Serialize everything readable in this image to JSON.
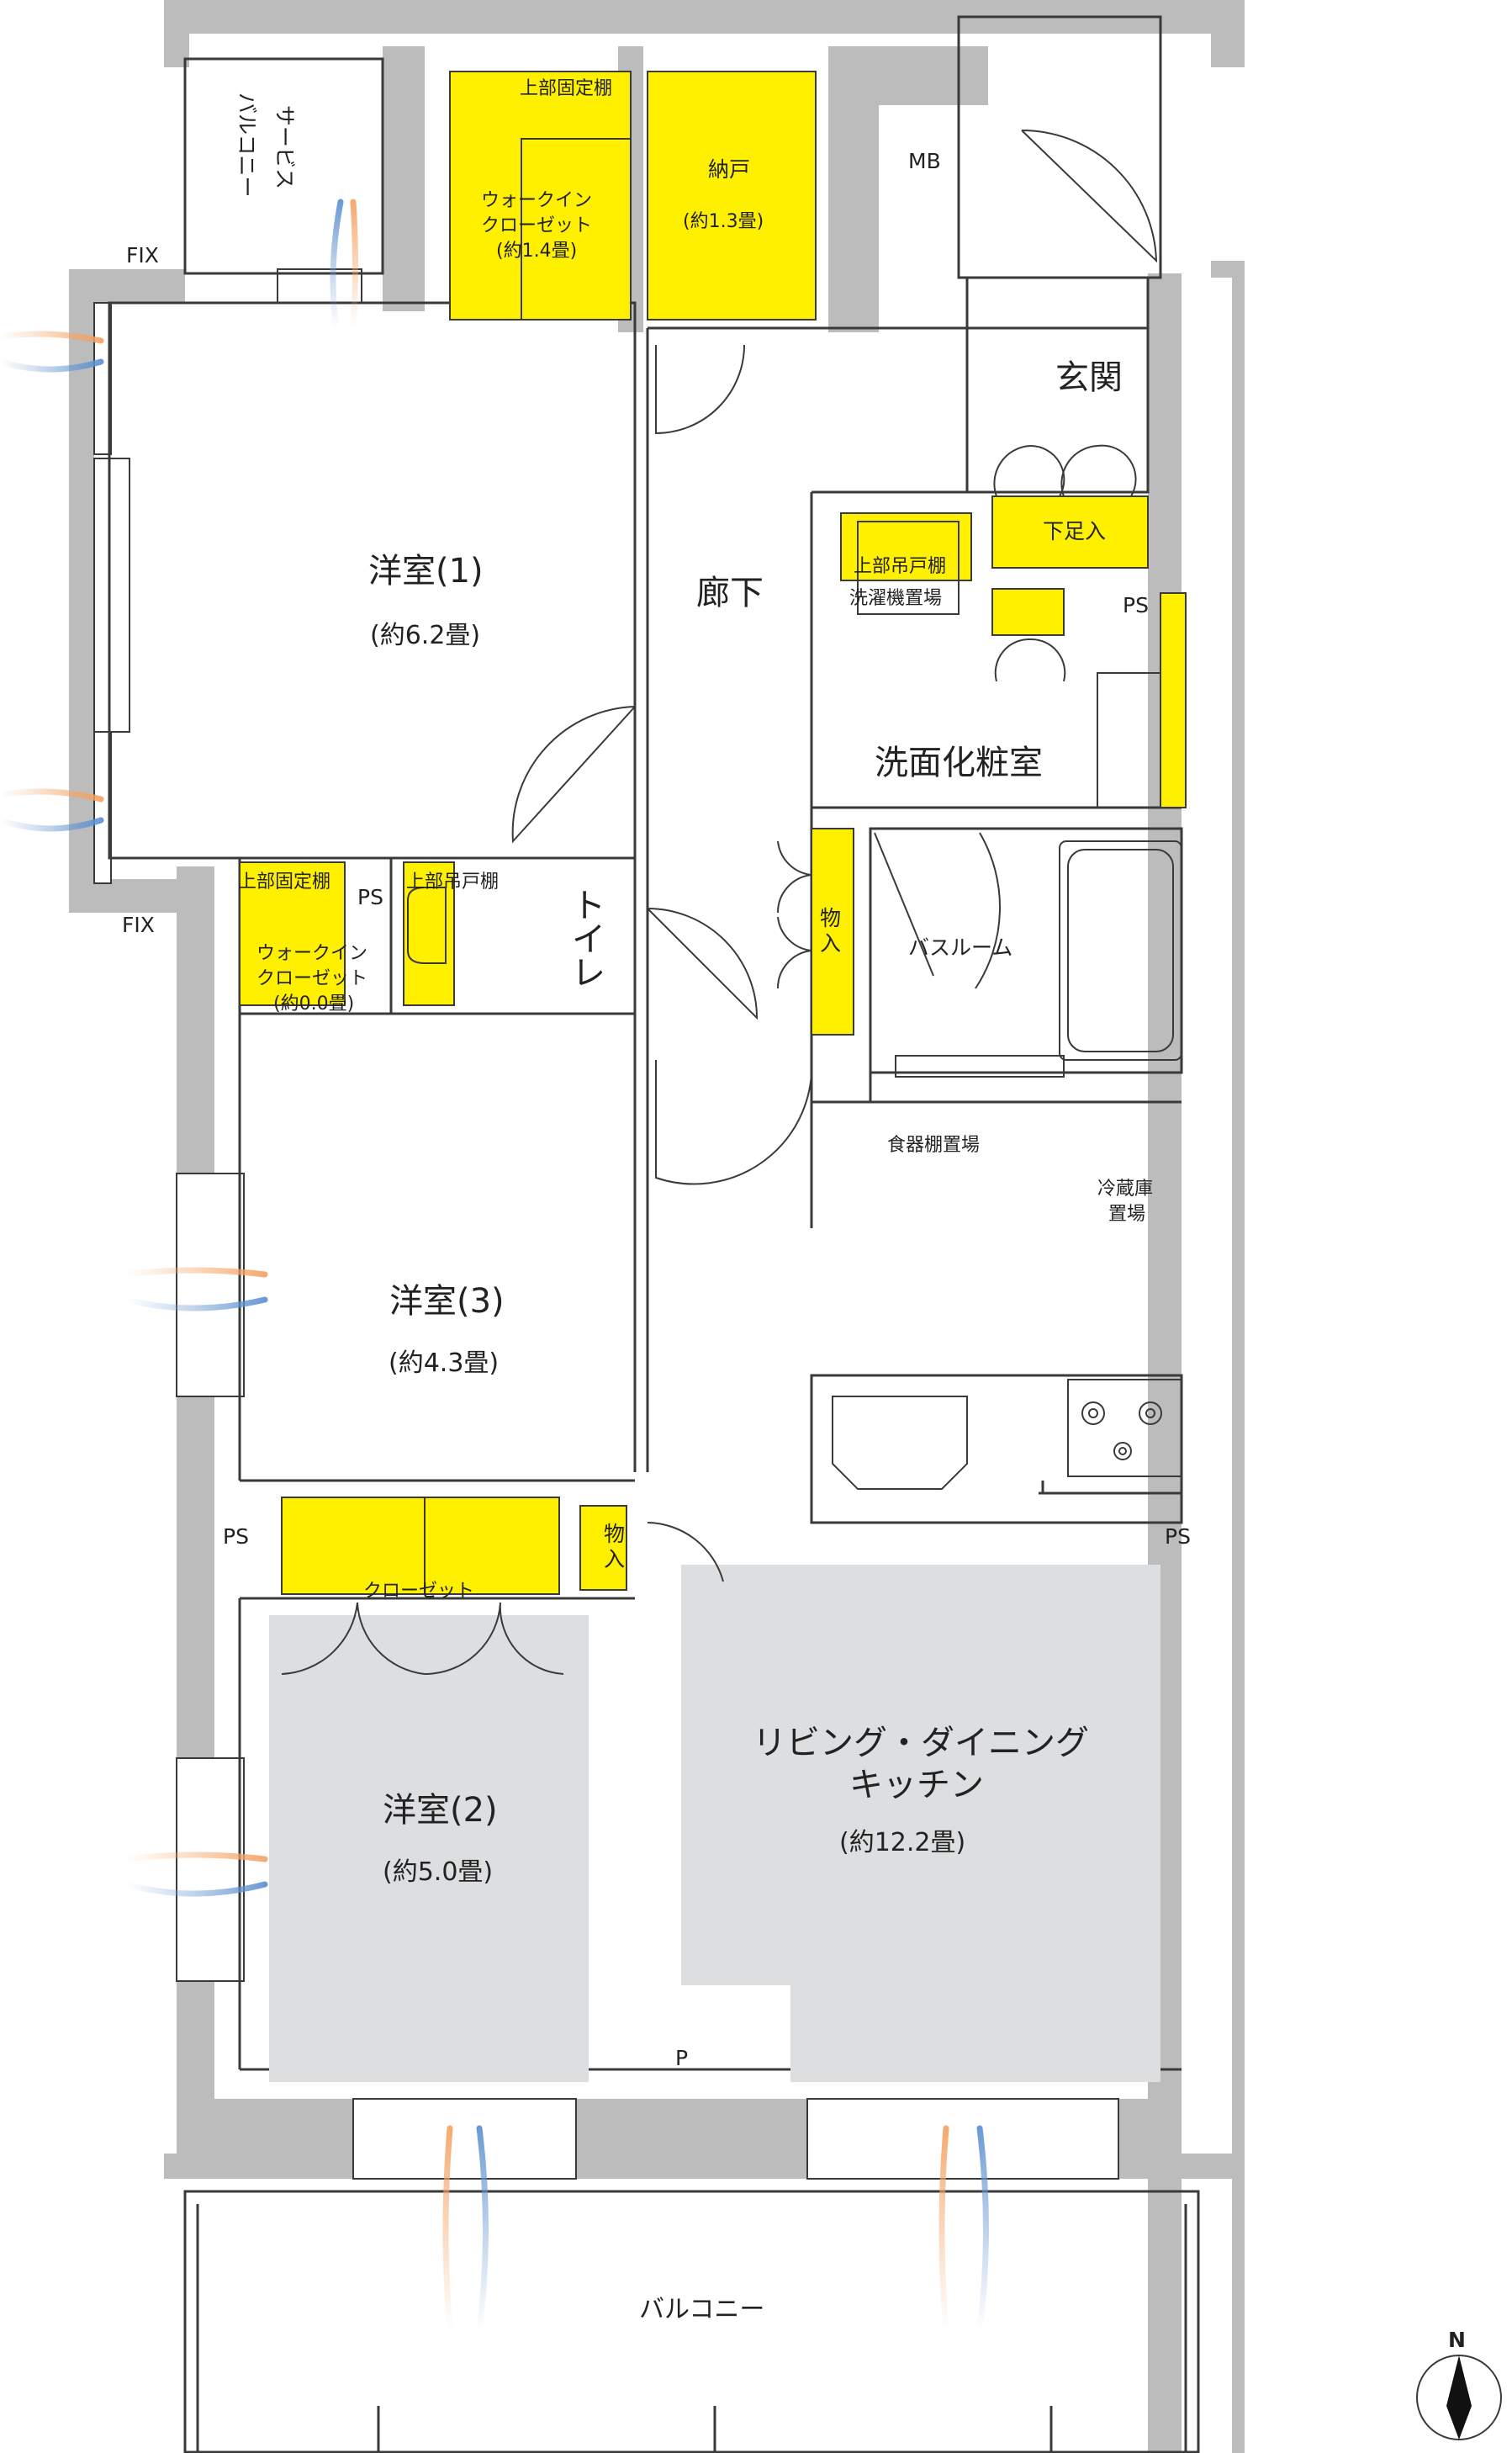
{
  "rooms": {
    "bedroom1": {
      "name": "洋室(1)",
      "size": "(約6.2畳)"
    },
    "bedroom2": {
      "name": "洋室(2)",
      "size": "(約5.0畳)"
    },
    "bedroom3": {
      "name": "洋室(3)",
      "size": "(約4.3畳)"
    },
    "ldk": {
      "name_line1": "リビング・ダイニング",
      "name_line2": "キッチン",
      "size": "(約12.2畳)"
    },
    "corridor": "廊下",
    "entrance": "玄関",
    "washroom": "洗面化粧室",
    "bathroom": "バスルーム",
    "toilet_line1": "ト",
    "toilet_line2": "イ",
    "toilet_line3": "レ",
    "balcony": "バルコニー",
    "service_balcony_line1": "サービス",
    "service_balcony_line2": "バルコニー"
  },
  "storage": {
    "wic_top": {
      "label_line1": "ウォークイン",
      "label_line2": "クローゼット",
      "size": "(約1.4畳)",
      "shelf": "上部固定棚"
    },
    "nando": {
      "label": "納戸",
      "size": "(約1.3畳)"
    },
    "wic_small": {
      "label_line1": "ウォークイン",
      "label_line2": "クローゼット",
      "size": "(約0.0畳)",
      "shelf": "上部固定棚"
    },
    "toilet_shelf": "上部吊戸棚",
    "laundry_shelf": "上部吊戸棚",
    "laundry": "洗濯機置場",
    "shoe_box": "下足入",
    "closet": "クローゼット",
    "mono1_line1": "物",
    "mono1_line2": "入",
    "mono2_line1": "物",
    "mono2_line2": "入"
  },
  "fixtures": {
    "dish_shelf": "食器棚置場",
    "fridge_line1": "冷蔵庫",
    "fridge_line2": "置場"
  },
  "marks": {
    "mb": "MB",
    "ps1": "PS",
    "ps2": "PS",
    "ps3": "PS",
    "ps4": "PS",
    "fix1": "FIX",
    "fix2": "FIX",
    "p": "P",
    "north": "N"
  },
  "colors": {
    "wall": "#bcbcbc",
    "storage": "#fff000",
    "floor_gray": "#dcdee0",
    "line": "#3a3a3a",
    "airflow_warm": "#f5b07a",
    "airflow_cool": "#7fa6d8"
  }
}
